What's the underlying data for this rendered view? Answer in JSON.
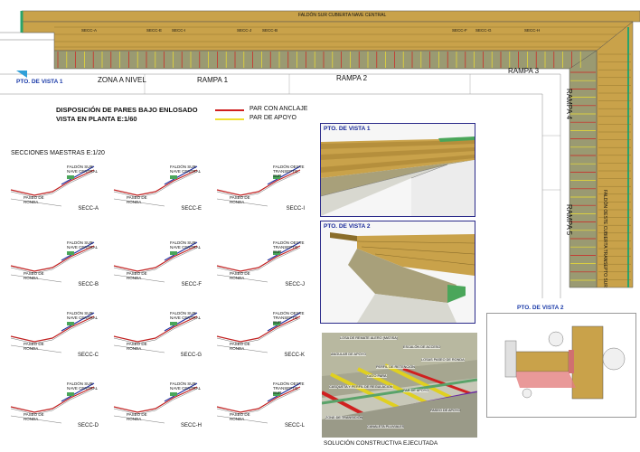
{
  "plan": {
    "falda_top": "FALDÓN SUR CUBIERTA NAVE CENTRAL",
    "falda_right": "FALDÓN OESTE CUBIERTA TRANSEPTO SUR",
    "cut_marks": [
      "SECC-A",
      "SECC-E",
      "SECC-I",
      "SECC-J",
      "SECC-B",
      "SECC-F",
      "SECC-G",
      "SECC-H"
    ],
    "zones": [
      "ZONA A NIVEL",
      "RAMPA 1",
      "RAMPA 2",
      "RAMPA 3",
      "RAMPA 4",
      "RAMPA 5"
    ],
    "pto1": "PTO. DE VISTA 1",
    "pto2": "PTO. DE VISTA 2"
  },
  "legend": {
    "title_line1": "DISPOSICIÓN DE PARES BAJO ENLOSADO",
    "title_line2": "VISTA EN PLANTA E:1/60",
    "item1": "PAR CON ANCLAJE",
    "item2": "PAR DE APOYO",
    "color1": "#d02020",
    "color2": "#f0e030"
  },
  "sections": {
    "title": "SECCIONES MAESTRAS E:1/20",
    "items": [
      {
        "code": "SECC-A",
        "lbl1": "PASEO DE RONDA",
        "lbl2": "FALDÓN SUR NAVE CENTRAL"
      },
      {
        "code": "SECC-E",
        "lbl1": "PASEO DE RONDA",
        "lbl2": "FALDÓN SUR NAVE CENTRAL"
      },
      {
        "code": "SECC-I",
        "lbl1": "PASEO DE RONDA",
        "lbl2": "FALDÓN OESTE TRANSEPTO SUR"
      },
      {
        "code": "SECC-B",
        "lbl1": "PASEO DE RONDA",
        "lbl2": "FALDÓN SUR NAVE CENTRAL"
      },
      {
        "code": "SECC-F",
        "lbl1": "PASEO DE RONDA",
        "lbl2": "FALDÓN SUR NAVE CENTRAL"
      },
      {
        "code": "SECC-J",
        "lbl1": "PASEO DE RONDA",
        "lbl2": "FALDÓN OESTE TRANSEPTO SUR"
      },
      {
        "code": "SECC-C",
        "lbl1": "PASEO DE RONDA",
        "lbl2": "FALDÓN SUR NAVE CENTRAL"
      },
      {
        "code": "SECC-G",
        "lbl1": "PASEO DE RONDA",
        "lbl2": "FALDÓN SUR NAVE CENTRAL"
      },
      {
        "code": "SECC-K",
        "lbl1": "PASEO DE RONDA",
        "lbl2": "FALDÓN OESTE TRANSEPTO SUR"
      },
      {
        "code": "SECC-D",
        "lbl1": "PASEO DE RONDA",
        "lbl2": "FALDÓN SUR NAVE CENTRAL"
      },
      {
        "code": "SECC-H",
        "lbl1": "PASEO DE RONDA",
        "lbl2": "FALDÓN SUR NAVE CENTRAL"
      },
      {
        "code": "SECC-L",
        "lbl1": "PASEO DE RONDA",
        "lbl2": "FALDÓN OESTE TRANSEPTO SUR"
      }
    ]
  },
  "views": {
    "view1_title": "PTO. DE VISTA 1",
    "view2_title": "PTO. DE VISTA 2",
    "solution_title": "SOLUCIÓN CONSTRUCTIVA EJECUTADA",
    "solution_labels": [
      "LOSA DE REMATE ALERO (MATISA)",
      "ESCALÓN DE ACCESO",
      "ANGULAR DE APOYO",
      "LOSAS PASEO DE RONDA",
      "PERFIL DE RETENCIÓN",
      "GATO PARA",
      "CASQUETA Y PERFIL DE REGULACIÓN",
      "PAR DE APOYO",
      "ZONE DE TRANSICIÓN",
      "CANALETA PLUVIALES",
      "PASEO DE APOYO"
    ]
  },
  "colors": {
    "roof": "#c9a24a",
    "roof_dark": "#8a6d2a",
    "slab": "#9a9a72",
    "green": "#5aa36a",
    "frame": "#2a2a8a"
  }
}
